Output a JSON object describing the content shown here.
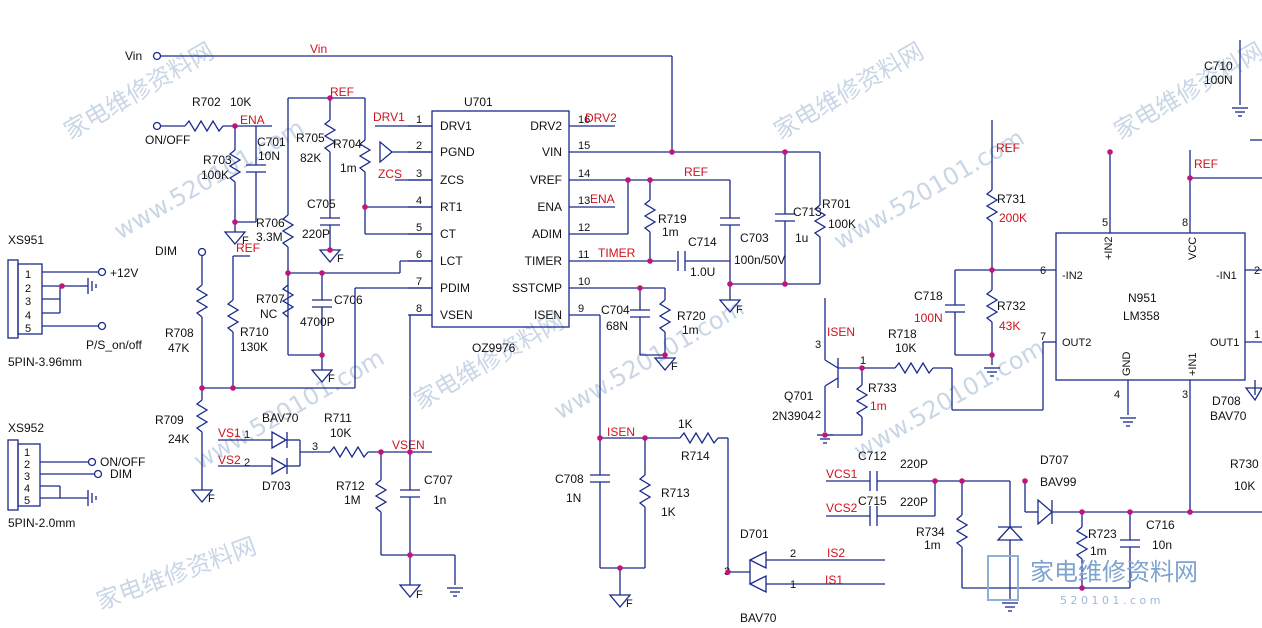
{
  "colors": {
    "wire": "#1a2a8c",
    "net_label": "#d0121e",
    "junction": "#c0157a",
    "watermark": "#c9d6e6"
  },
  "u701": {
    "ref": "U701",
    "part": "OZ9976",
    "left_pins": [
      {
        "num": "1",
        "name": "DRV1"
      },
      {
        "num": "2",
        "name": "PGND"
      },
      {
        "num": "3",
        "name": "ZCS"
      },
      {
        "num": "4",
        "name": "RT1"
      },
      {
        "num": "5",
        "name": "CT"
      },
      {
        "num": "6",
        "name": "LCT"
      },
      {
        "num": "7",
        "name": "PDIM"
      },
      {
        "num": "8",
        "name": "VSEN"
      }
    ],
    "right_pins": [
      {
        "num": "16",
        "name": "DRV2"
      },
      {
        "num": "15",
        "name": "VIN"
      },
      {
        "num": "14",
        "name": "VREF"
      },
      {
        "num": "13",
        "name": "ENA"
      },
      {
        "num": "12",
        "name": "ADIM"
      },
      {
        "num": "11",
        "name": "TIMER"
      },
      {
        "num": "10",
        "name": "SSTCMP"
      },
      {
        "num": "9",
        "name": "ISEN"
      }
    ]
  },
  "n951": {
    "ref": "N951",
    "part": "LM358",
    "pins": {
      "p5": "5",
      "in2p": "+IN2",
      "p8": "8",
      "vcc": "VCC",
      "in1n": "-IN1",
      "p6": "6",
      "in2n": "-IN2",
      "p2": "2",
      "p7": "7",
      "out2": "OUT2",
      "out1": "OUT1",
      "p4": "4",
      "gnd": "GND",
      "p3": "3",
      "in1p": "+IN1",
      "p1": "1"
    }
  },
  "xs951": {
    "ref": "XS951",
    "pins": [
      "1",
      "2",
      "3",
      "4",
      "5"
    ],
    "v12": "+12V",
    "ps": "P/S_on/off",
    "desc": "5PIN-3.96mm"
  },
  "xs952": {
    "ref": "XS952",
    "pins": [
      "1",
      "2",
      "3",
      "4",
      "5"
    ],
    "onoff": "ON/OFF",
    "dim": "DIM",
    "desc": "5PIN-2.0mm"
  },
  "labels": {
    "vin": "Vin",
    "vin2": "Vin",
    "onoff": "ON/OFF",
    "dim": "DIM",
    "r702": "R702",
    "r702v": "10K",
    "ena": "ENA",
    "ref1": "REF",
    "r705": "R705",
    "r705v": "82K",
    "r704": "R704",
    "r704v": "1m",
    "drv1": "DRV1",
    "zcs": "ZCS",
    "c701": "C701",
    "c701v": "10N",
    "r703": "R703",
    "r703v": "100K",
    "r706": "R706",
    "r706v": "3.3M",
    "ref2": "REF",
    "c705": "C705",
    "c705v": "220P",
    "r707": "R707",
    "r707v": "NC",
    "c706": "C706",
    "c706v": "4700P",
    "r708": "R708",
    "r708v": "47K",
    "r710": "R710",
    "r710v": "130K",
    "r709": "R709",
    "r709v": "24K",
    "bav70a": "BAV70",
    "vs1": "VS1",
    "vs2": "VS2",
    "d703": "D703",
    "d703p1": "1",
    "d703p2": "2",
    "d703p3": "3",
    "r711": "R711",
    "r711v": "10K",
    "vsen": "VSEN",
    "r712": "R712",
    "r712v": "1M",
    "c707": "C707",
    "c707v": "1n",
    "drv2": "DRV2",
    "ena2": "ENA",
    "ref3": "REF",
    "timer": "TIMER",
    "r719": "R719",
    "r719v": "1m",
    "c714": "C714",
    "c714v": "1.0U",
    "c703": "C703",
    "c703v": "100n/50V",
    "c713": "C713",
    "c713v": "1u",
    "r701": "R701",
    "r701v": "100K",
    "c704": "C704",
    "c704v": "68N",
    "r720": "R720",
    "r720v": "1m",
    "isen": "ISEN",
    "r714v": "1K",
    "r714": "R714",
    "c708": "C708",
    "c708v": "1N",
    "r713": "R713",
    "r713v": "1K",
    "d701": "D701",
    "bav70b": "BAV70",
    "d701p3": "3",
    "d701p2": "2",
    "d701p1": "1",
    "is2": "IS2",
    "is1": "IS1",
    "isen2": "ISEN",
    "q701": "Q701",
    "q701t": "2N3904",
    "q701p3": "3",
    "q701p2": "2",
    "q701p1": "1",
    "r718": "R718",
    "r718v": "10K",
    "r733": "R733",
    "r733v": "1m",
    "ref4": "REF",
    "r731": "R731",
    "r731v": "200K",
    "c718": "C718",
    "c718v": "100N",
    "r732": "R732",
    "r732v": "43K",
    "c710": "C710",
    "c710v": "100N",
    "ref5": "REF",
    "c712": "C712",
    "c712v": "220P",
    "vcs1": "VCS1",
    "c715": "C715",
    "c715v": "220P",
    "vcs2": "VCS2",
    "d707": "D707",
    "bav99": "BAV99",
    "r734": "R734",
    "r734v": "1m",
    "r723": "R723",
    "r723v": "1m",
    "c716": "C716",
    "c716v": "10n",
    "d708": "D708",
    "bav70c": "BAV70",
    "r730": "R730",
    "r730v": "10K",
    "gf": "F"
  },
  "watermark": {
    "text": "家电维修资料网",
    "url": "www.520101.com",
    "logo": "家电维修资料网",
    "logo_url": "5 2 0 1 0 1 . c o m"
  }
}
